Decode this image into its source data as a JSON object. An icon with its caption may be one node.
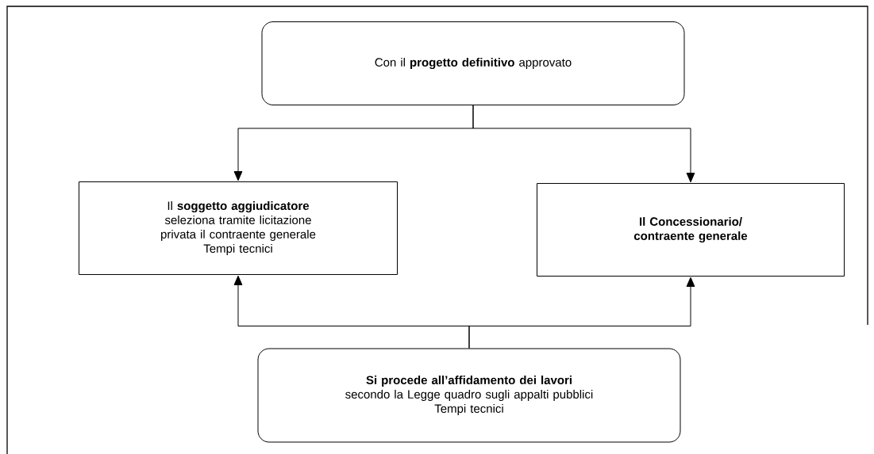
{
  "diagram": {
    "nodes": [
      {
        "text": [
          "Con il **progetto definitivo** approvato"
        ]
      },
      {
        "text": [
          "Il **soggetto aggiudicatore**",
          "seleziona tramite licitazione privata il contraente generale",
          "Tempi tecnici"
        ]
      },
      {
        "text": [
          "Il Concessionario/ contraente generale"
        ]
      },
      {
        "text": [
          "Si procede all’affidamento dei lavori",
          "secondo la Legge quadro sugli appalti pubblici",
          "Tempi tecnici"
        ]
      }
    ],
    "edges": [
      {
        "from": 0,
        "to": 1,
        "arrow": "to"
      },
      {
        "from": 0,
        "to": 2,
        "arrow": "to"
      },
      {
        "from": 3,
        "to": 1,
        "arrow": "to"
      },
      {
        "from": 3,
        "to": 2,
        "arrow": "to"
      }
    ]
  }
}
